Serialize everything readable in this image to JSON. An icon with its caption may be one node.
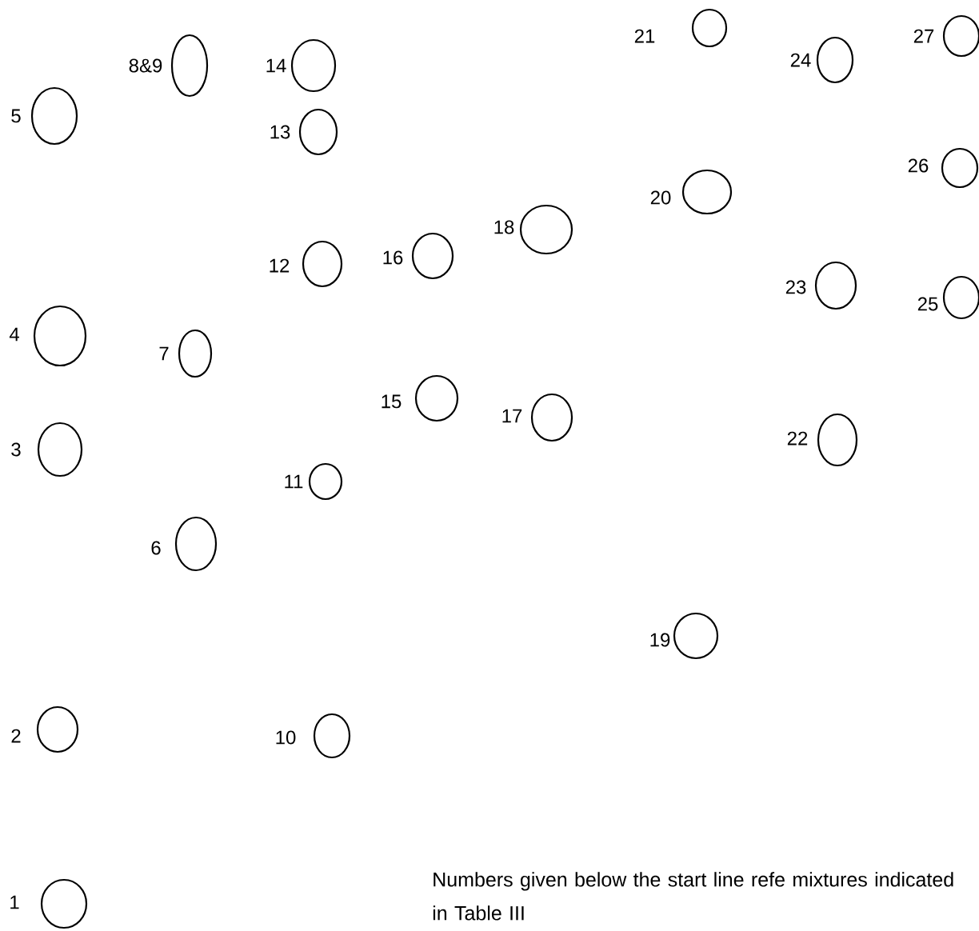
{
  "diagram": {
    "caption": "Numbers given below the start line refe mixtures indicated in Table III",
    "nodes": [
      {
        "text": [],
        "shape": "circle",
        "beside": [
          "1"
        ]
      },
      {
        "text": [],
        "shape": "circle",
        "beside": [
          "2"
        ]
      },
      {
        "text": [],
        "shape": "circle",
        "beside": [
          "3"
        ]
      },
      {
        "text": [],
        "shape": "circle",
        "beside": [
          "4"
        ]
      },
      {
        "text": [],
        "shape": "circle",
        "beside": [
          "5"
        ]
      },
      {
        "text": [],
        "shape": "circle",
        "beside": [
          "6"
        ]
      },
      {
        "text": [],
        "shape": "circle",
        "beside": [
          "7"
        ]
      },
      {
        "text": [],
        "shape": "circle",
        "beside": [
          "8&9"
        ]
      },
      {
        "text": [],
        "shape": "circle",
        "beside": [
          "10"
        ]
      },
      {
        "text": [],
        "shape": "circle",
        "beside": [
          "11"
        ]
      },
      {
        "text": [],
        "shape": "circle",
        "beside": [
          "12"
        ]
      },
      {
        "text": [],
        "shape": "circle",
        "beside": [
          "13"
        ]
      },
      {
        "text": [],
        "shape": "circle",
        "beside": [
          "14"
        ]
      },
      {
        "text": [],
        "shape": "circle",
        "beside": [
          "15"
        ]
      },
      {
        "text": [],
        "shape": "circle",
        "beside": [
          "16"
        ]
      },
      {
        "text": [],
        "shape": "circle",
        "beside": [
          "17"
        ]
      },
      {
        "text": [],
        "shape": "circle",
        "beside": [
          "18"
        ]
      },
      {
        "text": [],
        "shape": "circle",
        "beside": [
          "19"
        ]
      },
      {
        "text": [],
        "shape": "circle",
        "beside": [
          "20"
        ]
      },
      {
        "text": [],
        "shape": "circle",
        "beside": [
          "21"
        ]
      },
      {
        "text": [],
        "shape": "circle",
        "beside": [
          "22"
        ]
      },
      {
        "text": [],
        "shape": "circle",
        "beside": [
          "23"
        ]
      },
      {
        "text": [],
        "shape": "circle",
        "beside": [
          "24"
        ]
      },
      {
        "text": [],
        "shape": "circle",
        "beside": [
          "25"
        ]
      },
      {
        "text": [],
        "shape": "circle",
        "beside": [
          "26"
        ]
      },
      {
        "text": [],
        "shape": "circle",
        "beside": [
          "27"
        ]
      }
    ]
  }
}
